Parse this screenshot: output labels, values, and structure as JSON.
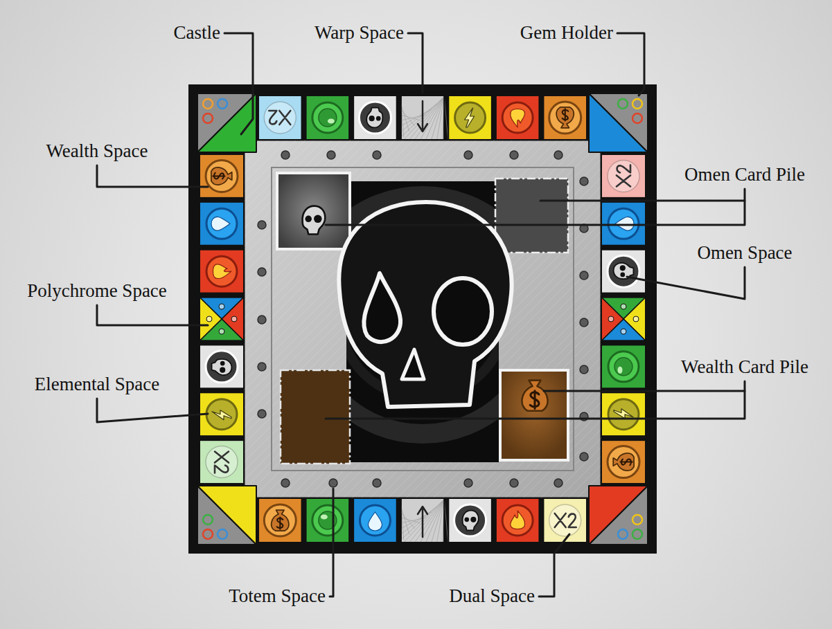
{
  "diagram": {
    "labels": [
      "Castle",
      "Warp Space",
      "Gem Holder",
      "Wealth Space",
      "Omen Card Pile",
      "Omen Space",
      "Polychrome Space",
      "Wealth Card Pile",
      "Elemental Space",
      "Totem Space",
      "Dual Space"
    ]
  }
}
